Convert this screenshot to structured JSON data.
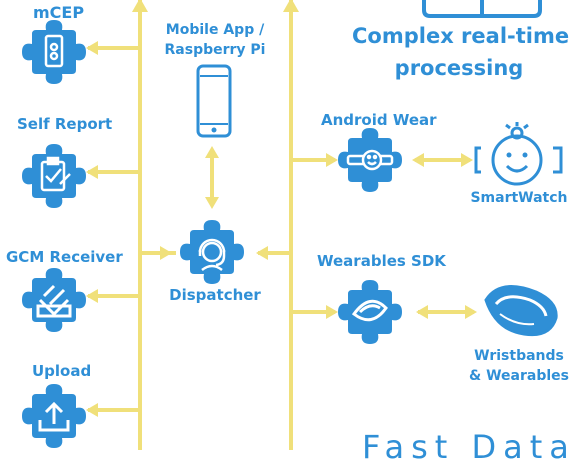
{
  "colors": {
    "accent": "#2f8fd6",
    "connector": "#f0e07a",
    "icon_fill": "#ffffff"
  },
  "modules": {
    "mcep": {
      "label": "mCEP",
      "icon": "phone-icon"
    },
    "self_report": {
      "label": "Self Report",
      "icon": "clipboard-icon"
    },
    "gcm_receiver": {
      "label": "GCM Receiver",
      "icon": "download-icon"
    },
    "upload": {
      "label": "Upload",
      "icon": "upload-icon"
    },
    "mobile_app": {
      "label_line1": "Mobile App /",
      "label_line2": "Raspberry Pi",
      "icon": "smartphone-icon"
    },
    "dispatcher": {
      "label": "Dispatcher",
      "icon": "headset-operator-icon"
    },
    "android_wear": {
      "label": "Android Wear",
      "icon": "watch-icon"
    },
    "wearables_sdk": {
      "label": "Wearables SDK",
      "icon": "band-icon"
    }
  },
  "devices": {
    "smartwatch": {
      "label": "SmartWatch",
      "icon": "smartwatch-icon"
    },
    "wristbands": {
      "label_line1": "Wristbands",
      "label_line2": "& Wearables",
      "icon": "wristband-icon"
    }
  },
  "complex_processing": {
    "line1": "Complex real-time",
    "line2": "processing"
  },
  "fast_data": {
    "label": "Fast Data"
  }
}
